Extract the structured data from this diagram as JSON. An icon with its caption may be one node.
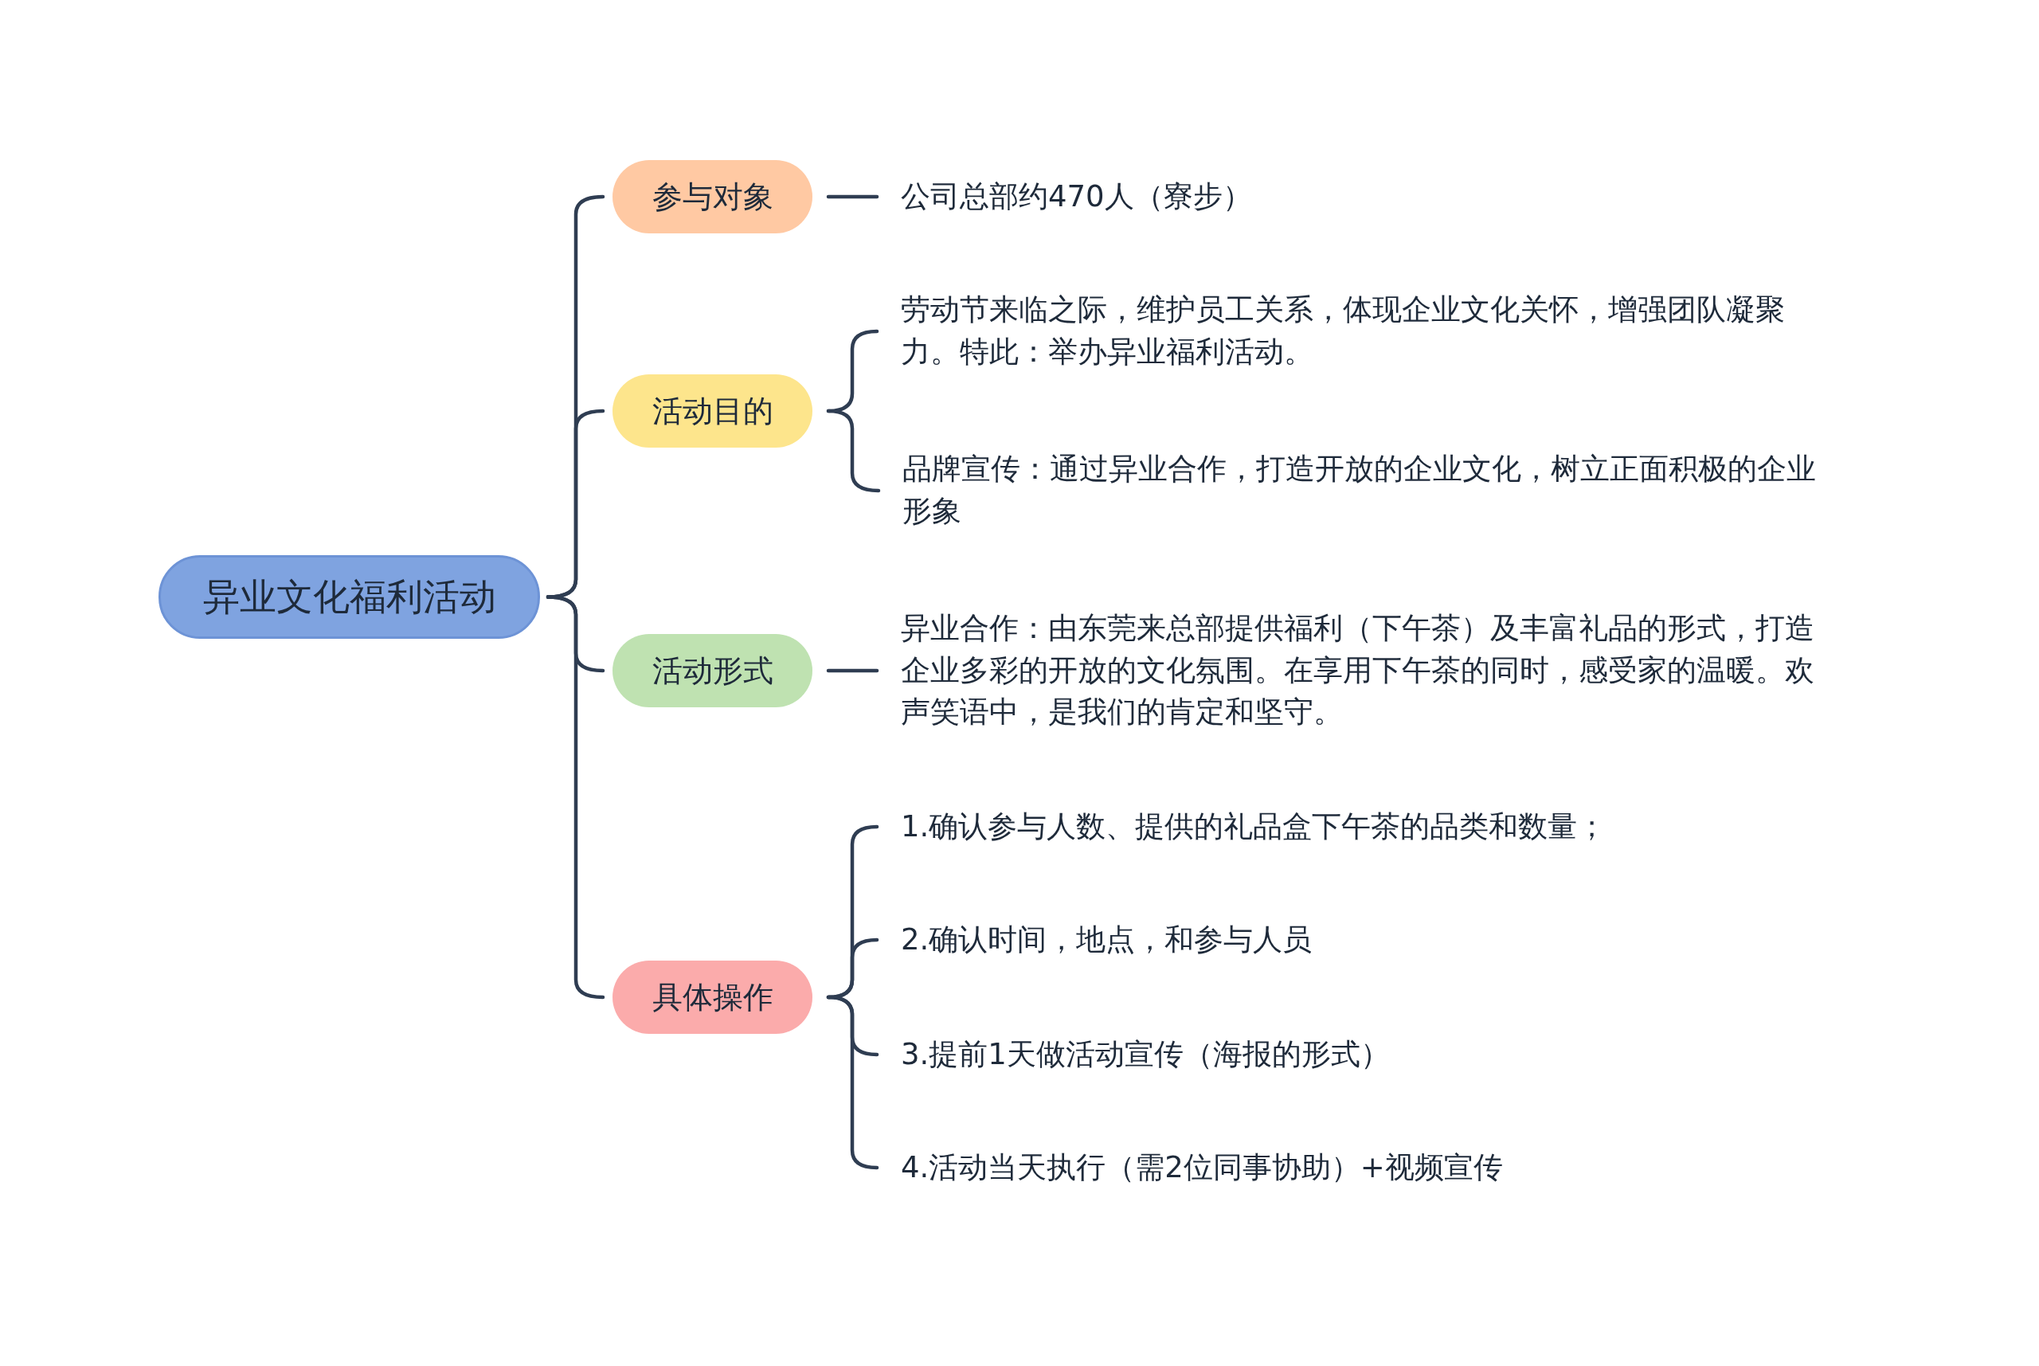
{
  "diagram": {
    "nodes": [
      {
        "text": [
          "异业文化福利活动"
        ]
      },
      {
        "text": [
          "参与对象"
        ]
      },
      {
        "text": [
          "活动目的"
        ]
      },
      {
        "text": [
          "活动形式"
        ]
      },
      {
        "text": [
          "具体操作"
        ]
      },
      {
        "text": [
          "公司总部约470人（寮步）"
        ]
      },
      {
        "text": [
          "劳动节来临之际，维护员工关系，体现企业文化关怀，增强团队凝聚力。特此：举办异业福利活动。"
        ]
      },
      {
        "text": [
          "品牌宣传：通过异业合作，打造开放的企业文化，树立正面积极的企业形象"
        ]
      },
      {
        "text": [
          "异业合作：由东莞来总部提供福利（下午茶）及丰富礼品的形式，打造企业多彩的开放的文化氛围。在享用下午茶的同时，感受家的温暖。欢声笑语中，是我们的肯定和坚守。"
        ]
      },
      {
        "text": [
          "1.确认参与人数、提供的礼品盒下午茶的品类和数量；"
        ]
      },
      {
        "text": [
          "2.确认时间，地点，和参与人员"
        ]
      },
      {
        "text": [
          "3.提前1天做活动宣传（海报的形式）"
        ]
      },
      {
        "text": [
          "4.活动当天执行（需2位同事协助）+视频宣传"
        ]
      }
    ],
    "edges": [
      {
        "from": 0,
        "to": 1,
        "arrow": "none"
      },
      {
        "from": 0,
        "to": 2,
        "arrow": "none"
      },
      {
        "from": 0,
        "to": 3,
        "arrow": "none"
      },
      {
        "from": 0,
        "to": 4,
        "arrow": "none"
      },
      {
        "from": 1,
        "to": 5,
        "arrow": "none"
      },
      {
        "from": 2,
        "to": 6,
        "arrow": "none"
      },
      {
        "from": 2,
        "to": 7,
        "arrow": "none"
      },
      {
        "from": 3,
        "to": 8,
        "arrow": "none"
      },
      {
        "from": 4,
        "to": 9,
        "arrow": "none"
      },
      {
        "from": 4,
        "to": 10,
        "arrow": "none"
      },
      {
        "from": 4,
        "to": 11,
        "arrow": "none"
      },
      {
        "from": 4,
        "to": 12,
        "arrow": "none"
      }
    ]
  }
}
